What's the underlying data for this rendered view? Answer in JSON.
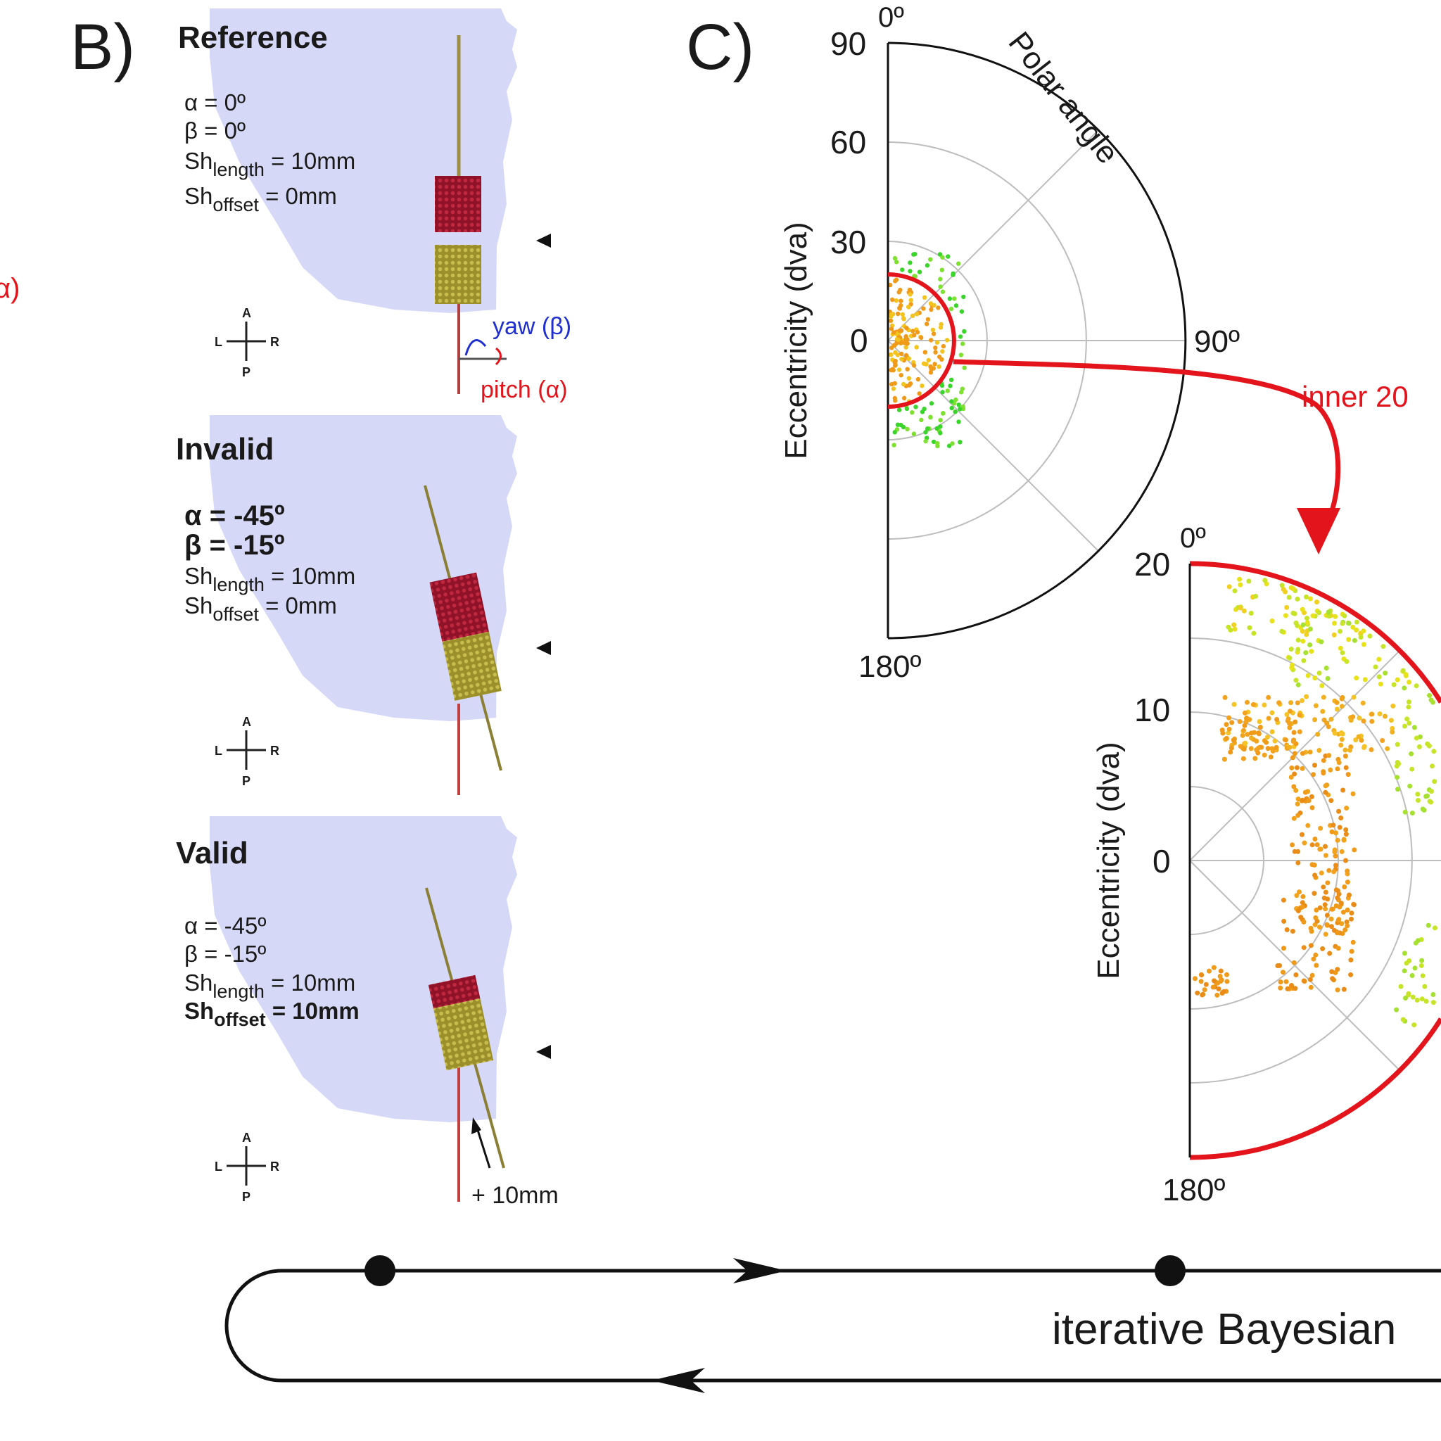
{
  "left_edge_fragment": "α)",
  "panel_b": {
    "letter": "B)",
    "reference": {
      "title": "Reference",
      "alpha": "α = 0º",
      "beta": "β = 0º",
      "sh_prefix": "Sh",
      "length_sub": "length",
      "length_val": " = 10mm",
      "offset_sub": "offset",
      "offset_val": " = 0mm",
      "yaw_label": "yaw (β)",
      "pitch_label": "pitch (α)"
    },
    "invalid": {
      "title": "Invalid",
      "alpha": "α = -45º",
      "beta": "β = -15º",
      "sh_prefix": "Sh",
      "length_sub": "length",
      "length_val": " = 10mm",
      "offset_sub": "offset",
      "offset_val": " = 0mm"
    },
    "valid": {
      "title": "Valid",
      "alpha": "α = -45º",
      "beta": "β = -15º",
      "sh_prefix": "Sh",
      "length_sub": "length",
      "length_val": " = 10mm",
      "offset_sub": "offset",
      "offset_val": " = 10mm",
      "shift_label": "+ 10mm"
    },
    "compass": {
      "a": "A",
      "p": "P",
      "l": "L",
      "r": "R"
    }
  },
  "panel_c": {
    "letter": "C)",
    "big_polar": {
      "ecc_ticks": [
        "90",
        "60",
        "30",
        "0"
      ],
      "angle_top": "0º",
      "angle_right": "90º",
      "angle_bottom": "180º",
      "ylabel": "Eccentricity (dva)",
      "arc_label": "Polar angle"
    },
    "inner_label": "inner 20",
    "small_polar": {
      "ecc_ticks": [
        "20",
        "10",
        "0"
      ],
      "angle_top": "0º",
      "angle_bottom": "180º",
      "ylabel": "Eccentricity (dva)"
    }
  },
  "loop_label": "iterative Bayesian",
  "colors": {
    "brain": "#d6d8f7",
    "red_block": "#a01830",
    "olive_block": "#b0a53a",
    "accent_red": "#e3141b",
    "yaw_blue": "#1f2fd0",
    "grid": "#bdbdbd"
  }
}
